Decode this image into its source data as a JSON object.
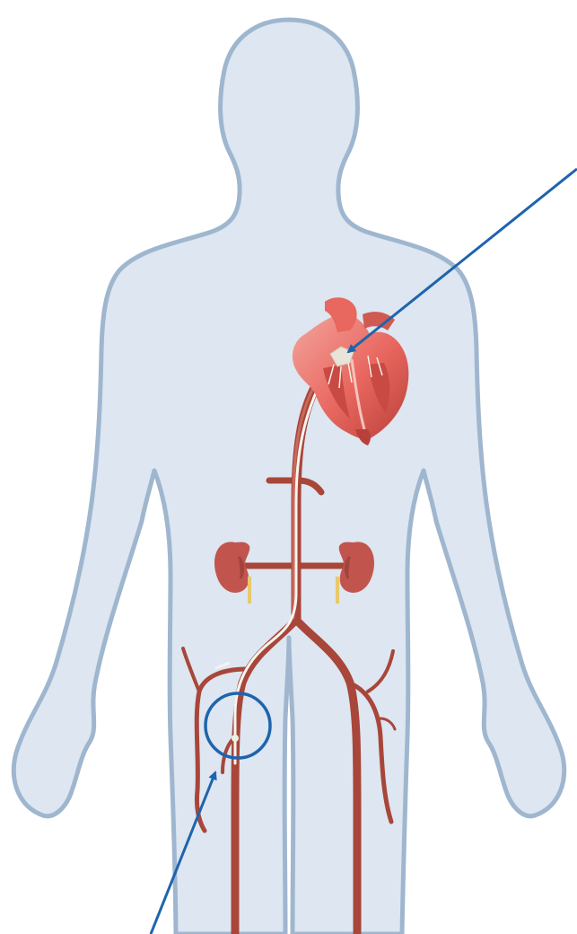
{
  "diagram": {
    "subject": "human-body-vascular-catheter-access",
    "colors": {
      "body_fill": "#dde6f1",
      "body_outline": "#9fb6cf",
      "artery": "#a8463a",
      "artery_highlight": "#c96a5c",
      "heart_main": "#e8675f",
      "heart_light": "#f3a59d",
      "heart_dark": "#b9403a",
      "kidney": "#c1554e",
      "ureter": "#e7c96d",
      "catheter": "#f7f4ef",
      "pointer": "#1e64ad"
    },
    "icons": [
      "body-silhouette",
      "heart-illustration",
      "kidney-left",
      "kidney-right",
      "femoral-access-circle",
      "pointer-arrow-top",
      "pointer-arrow-bottom"
    ]
  }
}
